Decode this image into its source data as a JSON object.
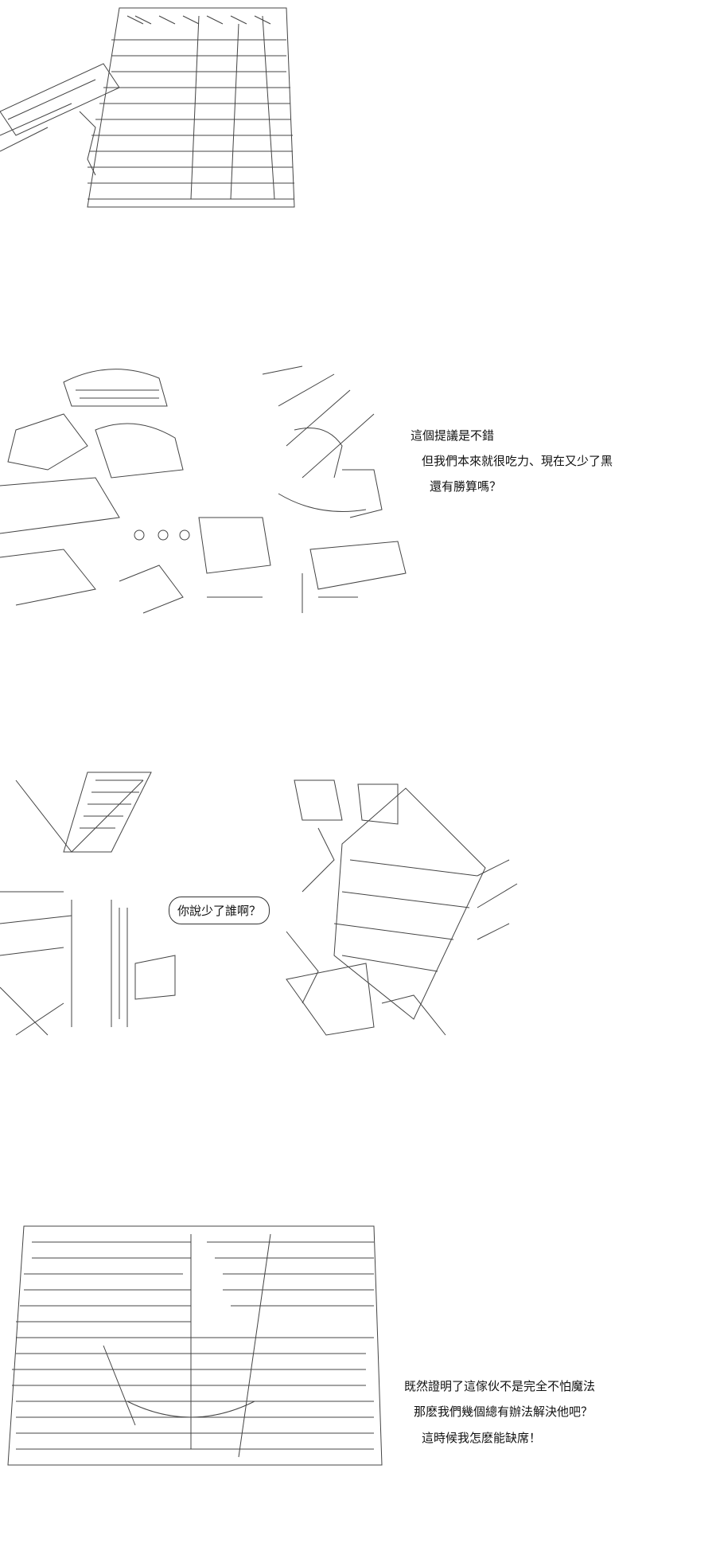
{
  "panel2": {
    "lines": [
      "這個提議是不錯",
      "但我們本來就很吃力、現在又少了黑",
      "還有勝算嗎？"
    ]
  },
  "panel3": {
    "bubble": "你說少了誰啊？"
  },
  "panel4": {
    "lines": [
      "既然證明了這傢伙不是完全不怕魔法",
      "那麽我們幾個總有辦法解決他吧？",
      "這時候我怎麽能缺席！"
    ]
  },
  "colors": {
    "ink": "#111111",
    "paper": "#ffffff"
  }
}
